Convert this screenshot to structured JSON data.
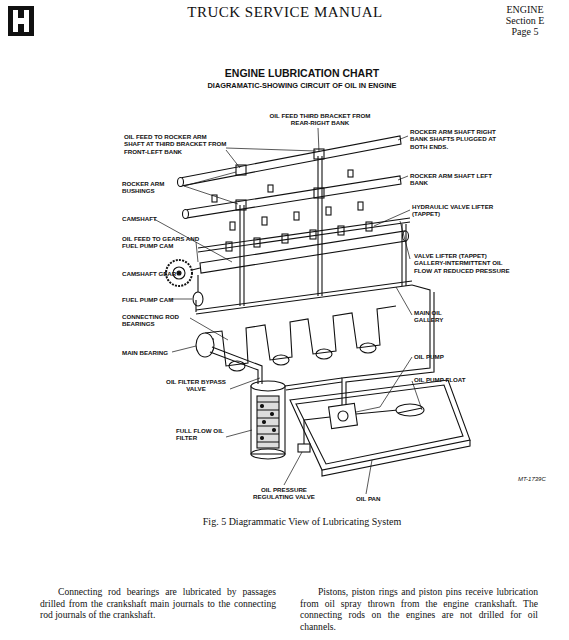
{
  "diagram": {
    "title": "ENGINE LUBRICATION CHART",
    "caption": "Fig. 5 Diagrammatic View of Lubricating System",
    "labels": [
      "TRUCK SERVICE MANUAL",
      "ENGINE",
      "Section E",
      "Page 5",
      "DIAGRAMATIC-SHOWING CIRCUIT OF OIL IN ENGINE",
      "OIL FEED THIRD BRACKET FROM REAR-RIGHT BANK",
      "OIL FEED TO ROCKER ARM SHAFT AT THIRD BRACKET FROM FRONT-LEFT BANK",
      "ROCKER ARM SHAFT RIGHT BANK SHAFTS PLUGGED AT BOTH ENDS.",
      "ROCKER ARM SHAFT LEFT BANK",
      "ROCKER ARM BUSHINGS",
      "HYDRAULIC VALVE LIFTER (TAPPET)",
      "CAMSHAFT",
      "OIL FEED TO GEARS AND FUEL PUMP CAM",
      "VALVE LIFTER (TAPPET) GALLERY-INTERMITTENT OIL FLOW AT REDUCED PRESSURE",
      "CAMSHAFT GEAR",
      "FUEL PUMP CAM",
      "CONNECTING ROD BEARINGS",
      "MAIN OIL GALLERY",
      "MAIN BEARING",
      "OIL PUMP",
      "OIL FILTER BYPASS VALVE",
      "OIL PUMP FLOAT",
      "FULL FLOW OIL FILTER",
      "OIL PRESSURE REGULATING VALVE",
      "OIL PAN",
      "MT-1739C",
      "Connecting rod bearings are lubricated by passages drilled from the crankshaft main journals to the connecting rod journals of the crankshaft.",
      "Pistons, piston rings and piston pins receive lubrication from oil spray thrown from the engine crankshaft. The connecting rods on the engines are not drilled for oil channels."
    ]
  }
}
